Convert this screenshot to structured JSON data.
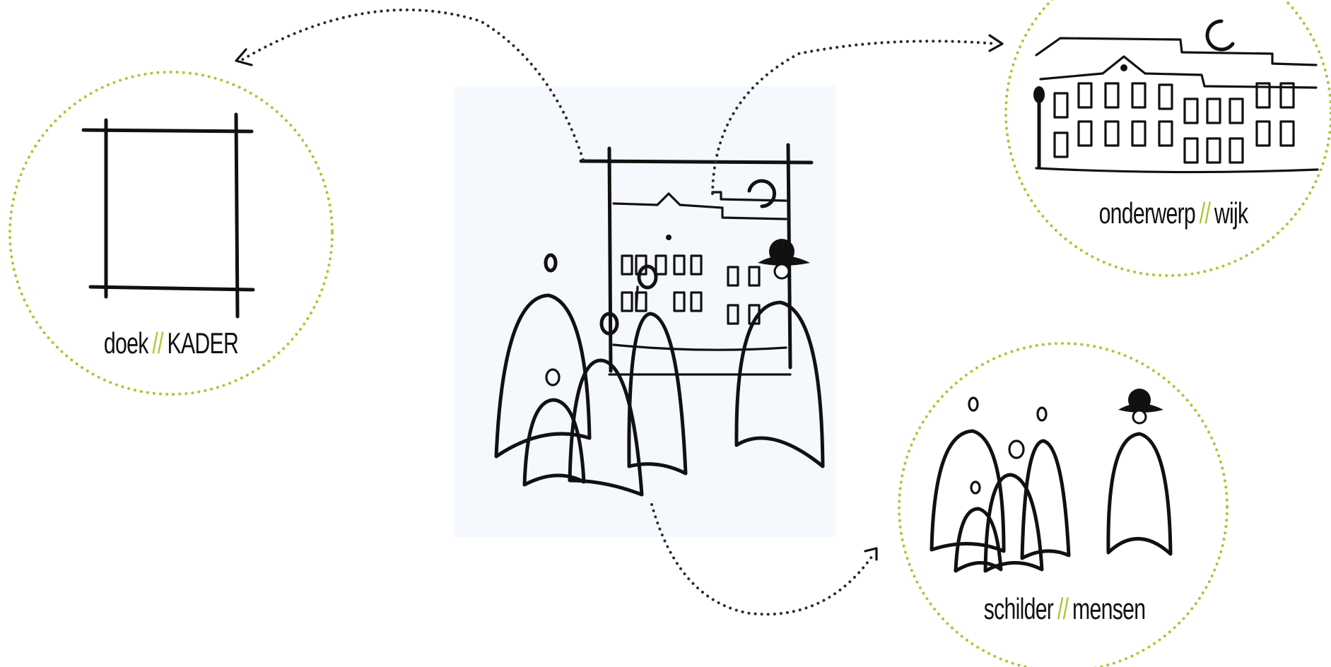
{
  "colors": {
    "accent": "#a8c832",
    "ink": "#111111",
    "panel": "#f5f8fc"
  },
  "captions": {
    "frame": {
      "left": "doek",
      "sep": "//",
      "right": "KADER"
    },
    "subject": {
      "left": "onderwerp",
      "sep": "//",
      "right": "wijk"
    },
    "people": {
      "left": "schilder",
      "sep": "//",
      "right": "mensen"
    }
  }
}
